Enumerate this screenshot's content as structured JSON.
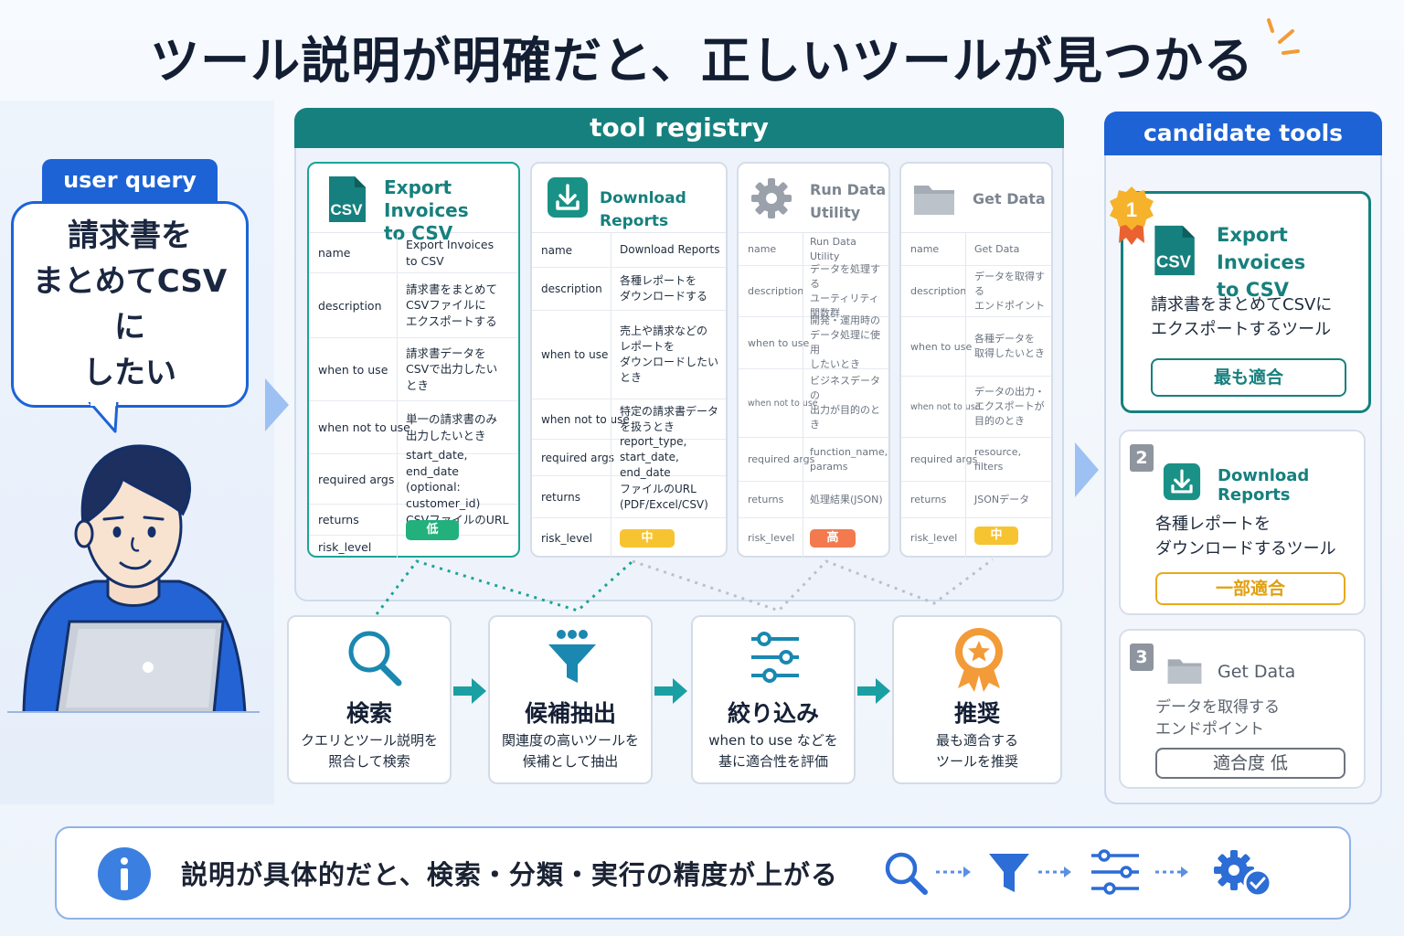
{
  "title": "ツール説明が明確だと、正しいツールが見つかる",
  "user_query": {
    "tab_label": "user query",
    "text_lines": [
      "請求書を",
      "まとめてCSVに",
      "したい"
    ]
  },
  "registry": {
    "header": "tool registry",
    "row_labels": [
      "name",
      "description",
      "when to use",
      "when not to use",
      "required args",
      "returns",
      "risk_level"
    ],
    "cards": [
      {
        "icon": "csv-file-icon",
        "title_lines": [
          "Export Invoices",
          "to CSV"
        ],
        "name_lines": [
          "Export Invoices",
          "to CSV"
        ],
        "description_lines": [
          "請求書をまとめて",
          "CSVファイルに",
          "エクスポートする"
        ],
        "when_to_use_lines": [
          "請求書データを",
          "CSVで出力したい",
          "とき"
        ],
        "when_not_to_use_lines": [
          "単一の請求書のみ",
          "出力したいとき"
        ],
        "required_args_lines": [
          "start_date, end_date",
          "(optional: customer_id)"
        ],
        "returns_lines": [
          "CSVファイルのURL"
        ],
        "risk_level": "低",
        "risk_color": "#22b07d"
      },
      {
        "icon": "download-icon",
        "title_lines": [
          "Download Reports"
        ],
        "name_lines": [
          "Download Reports"
        ],
        "description_lines": [
          "各種レポートを",
          "ダウンロードする"
        ],
        "when_to_use_lines": [
          "売上や請求などの",
          "レポートを",
          "ダウンロードしたい",
          "とき"
        ],
        "when_not_to_use_lines": [
          "特定の請求書データ",
          "を扱うとき"
        ],
        "required_args_lines": [
          "report_type, start_date,",
          "end_date"
        ],
        "returns_lines": [
          "ファイルのURL",
          "(PDF/Excel/CSV)"
        ],
        "risk_level": "中",
        "risk_color": "#f7c431"
      },
      {
        "icon": "gear-icon",
        "title_lines": [
          "Run Data",
          "Utility"
        ],
        "name_lines": [
          "Run Data Utility"
        ],
        "description_lines": [
          "データを処理する",
          "ユーティリティ",
          "関数群"
        ],
        "when_to_use_lines": [
          "開発・運用時の",
          "データ処理に使用",
          "したいとき"
        ],
        "when_not_to_use_lines": [
          "ビジネスデータの",
          "出力が目的のとき"
        ],
        "required_args_lines": [
          "function_name, params"
        ],
        "returns_lines": [
          "処理結果(JSON)"
        ],
        "risk_level": "高",
        "risk_color": "#f27a4e"
      },
      {
        "icon": "folder-icon",
        "title_lines": [
          "Get Data"
        ],
        "name_lines": [
          "Get Data"
        ],
        "description_lines": [
          "データを取得する",
          "エンドポイント"
        ],
        "when_to_use_lines": [
          "各種データを",
          "取得したいとき"
        ],
        "when_not_to_use_lines": [
          "データの出力・",
          "エクスポートが",
          "目的のとき"
        ],
        "required_args_lines": [
          "resource, filters"
        ],
        "returns_lines": [
          "JSONデータ"
        ],
        "risk_level": "中",
        "risk_color": "#f7c431"
      }
    ]
  },
  "pipeline": [
    {
      "icon": "search-icon",
      "title": "検索",
      "desc": "クエリとツール説明を\n照合して検索"
    },
    {
      "icon": "funnel-icon",
      "title": "候補抽出",
      "desc": "関連度の高いツールを\n候補として抽出"
    },
    {
      "icon": "sliders-icon",
      "title": "絞り込み",
      "desc": "when to use などを\n基に適合性を評価"
    },
    {
      "icon": "award-icon",
      "title": "推奨",
      "desc": "最も適合する\nツールを推奨"
    }
  ],
  "candidates": {
    "header": "candidate tools",
    "items": [
      {
        "rank": "1",
        "icon": "csv-file-icon",
        "title_lines": [
          "Export Invoices",
          "to CSV"
        ],
        "desc_lines": [
          "請求書をまとめてCSVに",
          "エクスポートするツール"
        ],
        "fit": "最も適合",
        "fit_color": "#16807e"
      },
      {
        "rank": "2",
        "icon": "download-icon",
        "title_lines": [
          "Download Reports"
        ],
        "desc_lines": [
          "各種レポートを",
          "ダウンロードするツール"
        ],
        "fit": "一部適合",
        "fit_color": "#e8a91a"
      },
      {
        "rank": "3",
        "icon": "folder-icon",
        "title_lines": [
          "Get Data"
        ],
        "desc_lines": [
          "データを取得する",
          "エンドポイント"
        ],
        "fit": "適合度 低",
        "fit_color": "#6d747e"
      }
    ]
  },
  "footer": {
    "icon": "info-icon",
    "text": "説明が具体的だと、検索・分類・実行の精度が上がる",
    "flow_icons": [
      "search-icon",
      "funnel-icon",
      "sliders-icon",
      "gear-check-icon"
    ]
  },
  "colors": {
    "teal": "#16807e",
    "blue": "#1d63d6",
    "teal_light": "#1aa597"
  }
}
